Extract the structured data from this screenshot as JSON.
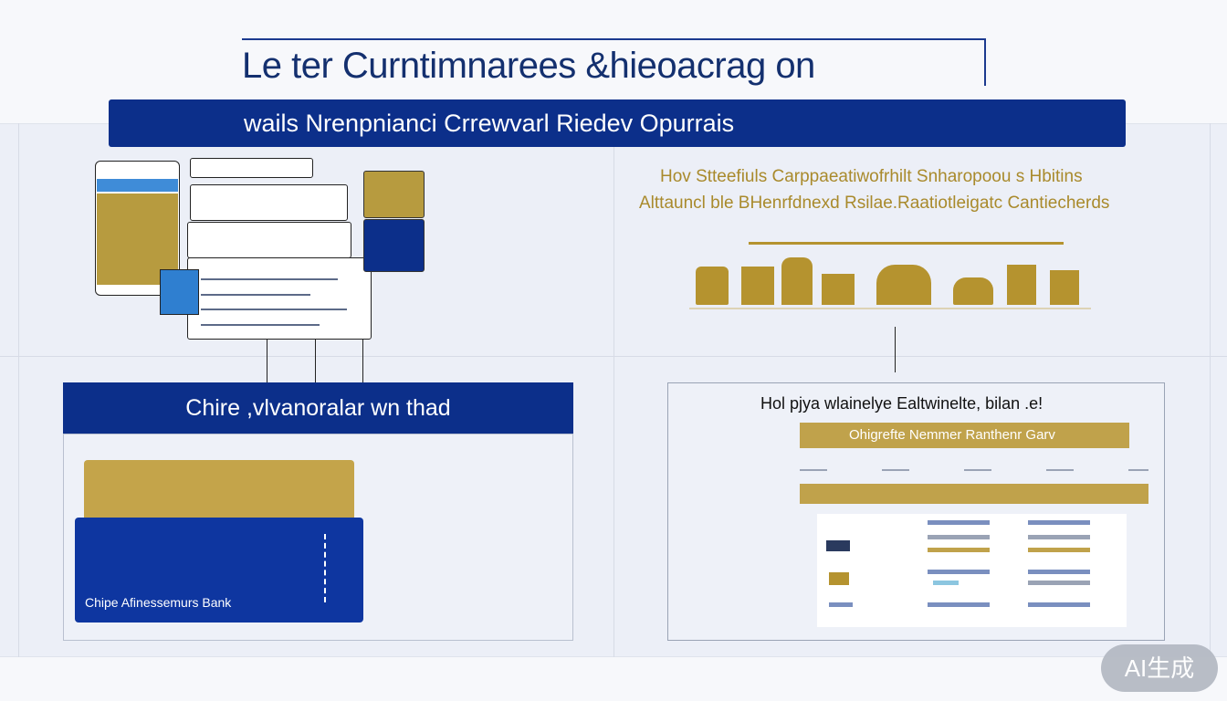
{
  "title": "Le ter Curntimnarees &hieoacrag on",
  "banner": "wails Nrenpnianci Crrewvarl Riedev Opurrais",
  "right_caption_line1": "Hov Stteefiuls Carppaeatiwofrhilt Snharopoou s Hbitins",
  "right_caption_line2": "Alttauncl ble BHenrfdnexd Rsilae.Raatiotleigatc Cantiecherds",
  "left_section_header": "Chire ,vlvanoralar wn thad",
  "card_bank_label": "Chipe Afinessemurs Bank",
  "pane_title": "Hol pjya wlainelye Ealtwinelte, bilan .e!",
  "pane_gold_header": "Ohigrefte Nemmer Ranthenr Garv",
  "badge": "AI生成",
  "colors": {
    "navy": "#0c2f8a",
    "gold": "#b5932f",
    "background": "#eceff7"
  },
  "icons": [
    "phone-card-icon",
    "document-stack-icon",
    "gold-card-icon",
    "blue-card-icon",
    "building-icon-row"
  ]
}
